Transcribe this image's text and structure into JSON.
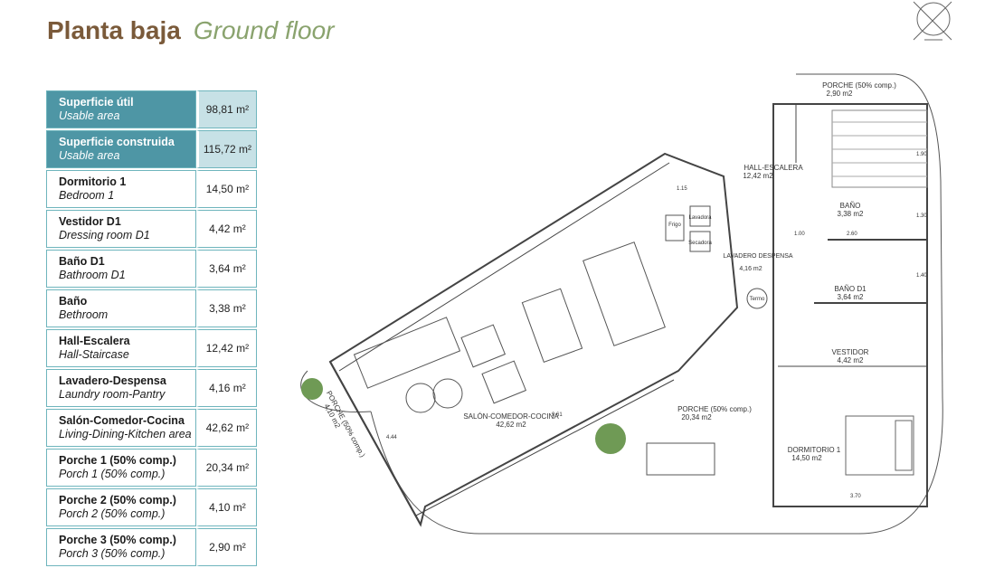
{
  "header": {
    "title_es": "Planta baja",
    "title_en": "Ground floor"
  },
  "icons": {
    "compass": "compass-north-icon",
    "tree": "tree-icon"
  },
  "colors": {
    "title_es": "#7a5a3a",
    "title_en": "#8aa36e",
    "highlight": "#4e96a5",
    "highlight_value": "#c7e1e6",
    "border": "#6fb5bd"
  },
  "areas": [
    {
      "es": "Superficie útil",
      "en": "Usable area",
      "value": "98,81 m²",
      "highlight": true
    },
    {
      "es": "Superficie construida",
      "en": "Usable area",
      "value": "115,72 m²",
      "highlight": true
    },
    {
      "es": "Dormitorio 1",
      "en": "Bedroom 1",
      "value": "14,50 m²"
    },
    {
      "es": "Vestidor D1",
      "en": "Dressing room D1",
      "value": "4,42 m²"
    },
    {
      "es": "Baño D1",
      "en": "Bathroom D1",
      "value": "3,64 m²"
    },
    {
      "es": "Baño",
      "en": "Bethroom",
      "value": "3,38 m²"
    },
    {
      "es": "Hall-Escalera",
      "en": "Hall-Staircase",
      "value": "12,42 m²"
    },
    {
      "es": "Lavadero-Despensa",
      "en": "Laundry room-Pantry",
      "value": "4,16 m²"
    },
    {
      "es": "Salón-Comedor-Cocina",
      "en": "Living-Dining-Kitchen area",
      "value": "42,62 m²"
    },
    {
      "es": "Porche 1 (50% comp.)",
      "en": "Porch 1 (50% comp.)",
      "value": "20,34 m²"
    },
    {
      "es": "Porche 2 (50% comp.)",
      "en": "Porch 2 (50% comp.)",
      "value": "4,10 m²"
    },
    {
      "es": "Porche 3 (50% comp.)",
      "en": "Porch 3 (50% comp.)",
      "value": "2,90 m²"
    }
  ],
  "plan": {
    "labels": [
      {
        "name": "PORCHE (50% comp.)",
        "area": "2,90 m2"
      },
      {
        "name": "HALL-ESCALERA",
        "area": "12,42 m2"
      },
      {
        "name": "BAÑO",
        "area": "3,38 m2"
      },
      {
        "name": "LAVADERO DESPENSA",
        "area": "4,16 m2"
      },
      {
        "name": "BAÑO D1",
        "area": "3,64 m2"
      },
      {
        "name": "VESTIDOR",
        "area": "4,42 m2"
      },
      {
        "name": "PORCHE (50% comp.)",
        "area": "20,34 m2"
      },
      {
        "name": "SALÓN-COMEDOR-COCINA",
        "area": "42,62 m2"
      },
      {
        "name": "DORMITORIO 1",
        "area": "14,50 m2"
      },
      {
        "name": "PORCHE (50% comp.)",
        "area": "4,10 m2"
      }
    ],
    "fixtures": {
      "frigo": "Frigo",
      "lavadora": "Lavadora",
      "secadora": "Secadora",
      "termo": "Termo"
    },
    "dims": [
      "1.15",
      "1.00",
      "2.60",
      "1.30",
      "1.40",
      "1.90",
      "9.61",
      "4.44",
      "3.70"
    ]
  }
}
